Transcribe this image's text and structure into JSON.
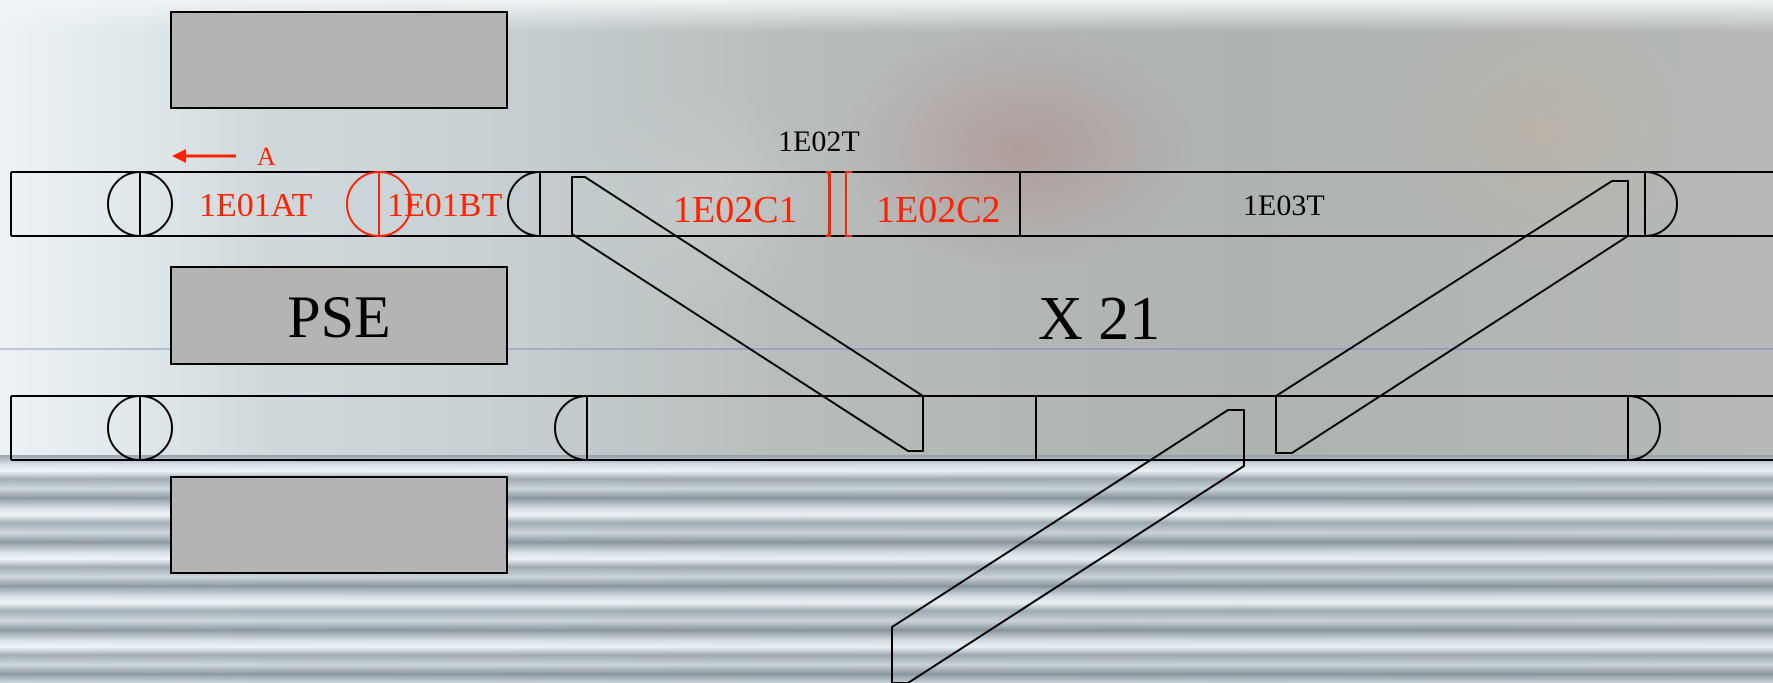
{
  "direction_label": "A",
  "platforms": {
    "main_label": "PSE"
  },
  "circuits": {
    "e01a": "1E01AT",
    "e01b": "1E01BT",
    "e02": "1E02T",
    "e02c1": "1E02C1",
    "e02c2": "1E02C2",
    "e03": "1E03T"
  },
  "multiplier": "X 21",
  "colors": {
    "highlight": "#ff2200",
    "track_line": "#000000",
    "platform_fill": "#b4b4b4"
  }
}
